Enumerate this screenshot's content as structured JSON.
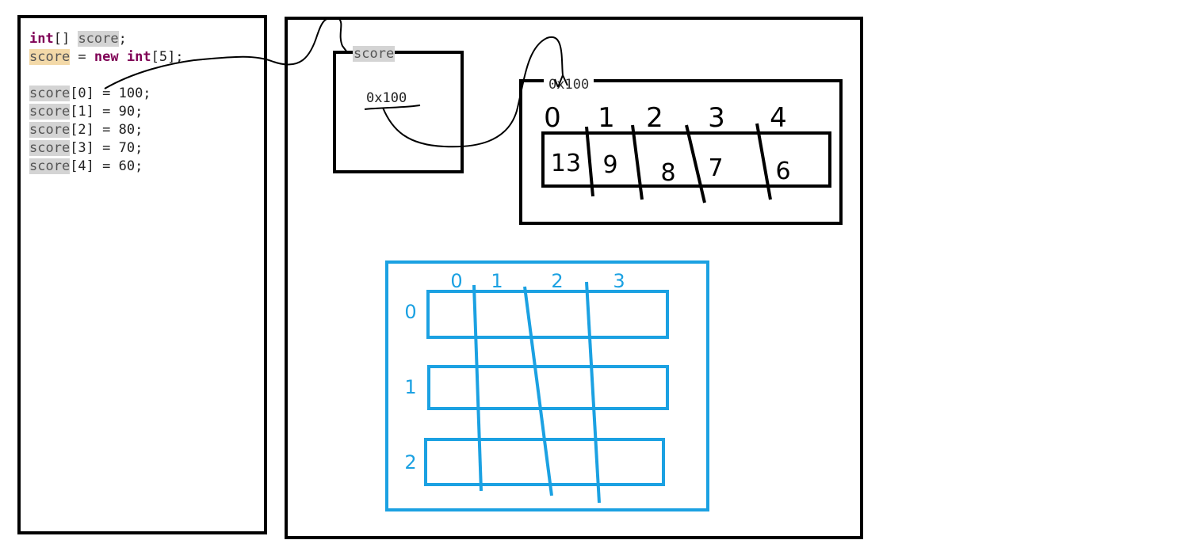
{
  "code": {
    "lines": [
      [
        {
          "t": "int",
          "c": "kw"
        },
        {
          "t": "[] ",
          "c": "plain"
        },
        {
          "t": "score",
          "c": "hl"
        },
        {
          "t": ";",
          "c": "plain"
        }
      ],
      [
        {
          "t": "score",
          "c": "hl2"
        },
        {
          "t": " = ",
          "c": "plain"
        },
        {
          "t": "new",
          "c": "kw"
        },
        {
          "t": " ",
          "c": "plain"
        },
        {
          "t": "int",
          "c": "kw"
        },
        {
          "t": "[5];",
          "c": "plain"
        }
      ],
      [],
      [
        {
          "t": "score",
          "c": "hl"
        },
        {
          "t": "[0] = 100;",
          "c": "plain"
        }
      ],
      [
        {
          "t": "score",
          "c": "hl"
        },
        {
          "t": "[1] = 90;",
          "c": "plain"
        }
      ],
      [
        {
          "t": "score",
          "c": "hl"
        },
        {
          "t": "[2] = 80;",
          "c": "plain"
        }
      ],
      [
        {
          "t": "score",
          "c": "hl"
        },
        {
          "t": "[3] = 70;",
          "c": "plain"
        }
      ],
      [
        {
          "t": "score",
          "c": "hl"
        },
        {
          "t": "[4] = 60;",
          "c": "plain"
        }
      ]
    ]
  },
  "variable": {
    "name": "score",
    "value": "0x100"
  },
  "array": {
    "address": "0x100",
    "indices": [
      "0",
      "1",
      "2",
      "3",
      "4"
    ],
    "values": [
      "13",
      "9",
      "8",
      "7",
      "6"
    ]
  },
  "matrix": {
    "col_indices": [
      "0",
      "1",
      "2",
      "3"
    ],
    "row_indices": [
      "0",
      "1",
      "2"
    ]
  },
  "colors": {
    "ink": "#000000",
    "blue": "#1ba1e2",
    "keyword": "#7f0055",
    "highlight": "#d4d4d4",
    "highlight_assign": "#f3d9a8"
  }
}
